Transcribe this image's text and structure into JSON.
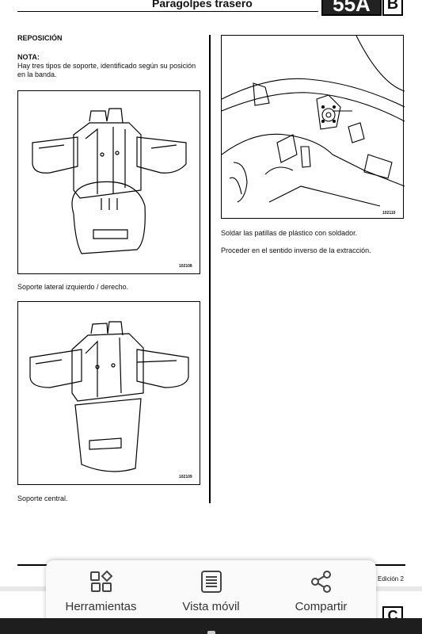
{
  "header": {
    "title": "Paragolpes trasero",
    "code": "55A",
    "letter": "B"
  },
  "left": {
    "section_heading": "REPOSICIÓN",
    "note_heading": "NOTA:",
    "note_text": "Hay tres tipos de soporte, identificado según su posición en la banda.",
    "figure1": {
      "ref": "102108",
      "caption": "Soporte lateral izquierdo / derecho."
    },
    "figure2": {
      "ref": "102109",
      "caption": "Soporte central."
    }
  },
  "right": {
    "figure": {
      "ref": "102110"
    },
    "text1": "Soldar las patillas de plástico con soldador.",
    "text2": "Proceder en el sentido inverso de la extracción."
  },
  "footer": {
    "edition": "Edición 2",
    "next_page_letter": "C"
  },
  "toolbar": {
    "tools_label": "Herramientas",
    "tools_icon": "tools-grid-icon",
    "mobile_label": "Vista móvil",
    "mobile_icon": "mobile-view-icon",
    "share_label": "Compartir",
    "share_icon": "share-icon"
  }
}
